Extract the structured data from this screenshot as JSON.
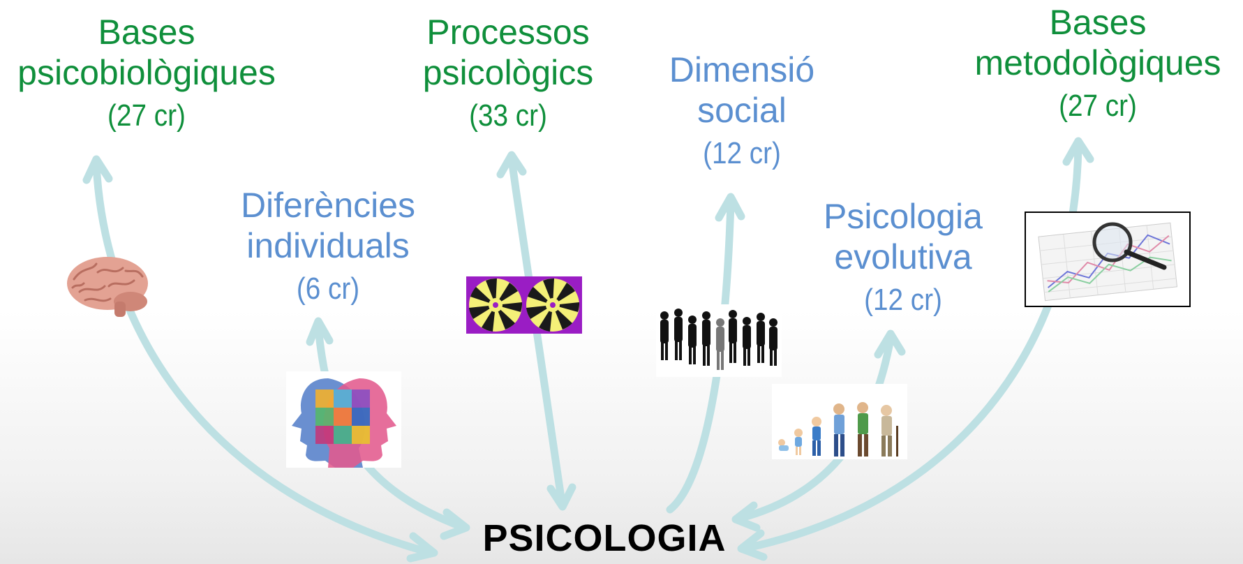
{
  "center": {
    "title": "PSICOLOGIA"
  },
  "nodes": [
    {
      "id": "bases-psicobiologiques",
      "lines": [
        "Bases",
        "psicobiològiques"
      ],
      "credits": "(27 cr)",
      "color": "#0f8f3b"
    },
    {
      "id": "processos-psicologics",
      "lines": [
        "Processos",
        "psicològics"
      ],
      "credits": "(33 cr)",
      "color": "#0f8f3b"
    },
    {
      "id": "diferencies-individuals",
      "lines": [
        "Diferències",
        "individuals"
      ],
      "credits": "(6 cr)",
      "color": "#5b8fd0"
    },
    {
      "id": "dimensio-social",
      "lines": [
        "Dimensió",
        "social"
      ],
      "credits": "(12 cr)",
      "color": "#5b8fd0"
    },
    {
      "id": "psicologia-evolutiva",
      "lines": [
        "Psicologia",
        "evolutiva"
      ],
      "credits": "(12 cr)",
      "color": "#5b8fd0"
    },
    {
      "id": "bases-metodologiques",
      "lines": [
        "Bases",
        "metodològiques"
      ],
      "credits": "(27 cr)",
      "color": "#0f8f3b"
    }
  ],
  "images": [
    {
      "id": "brain-image",
      "icon": "brain"
    },
    {
      "id": "puzzle-heads-image",
      "icon": "puzzle-heads"
    },
    {
      "id": "optical-illusion-image",
      "icon": "spiral-illusion"
    },
    {
      "id": "crowd-silhouette-image",
      "icon": "crowd"
    },
    {
      "id": "human-evolution-image",
      "icon": "life-stages"
    },
    {
      "id": "magnifier-chart-image",
      "icon": "magnifying-glass-chart"
    }
  ],
  "colors": {
    "arrow": "#bde0e3",
    "green_label": "#0f8f3b",
    "blue_label": "#5b8fd0"
  }
}
